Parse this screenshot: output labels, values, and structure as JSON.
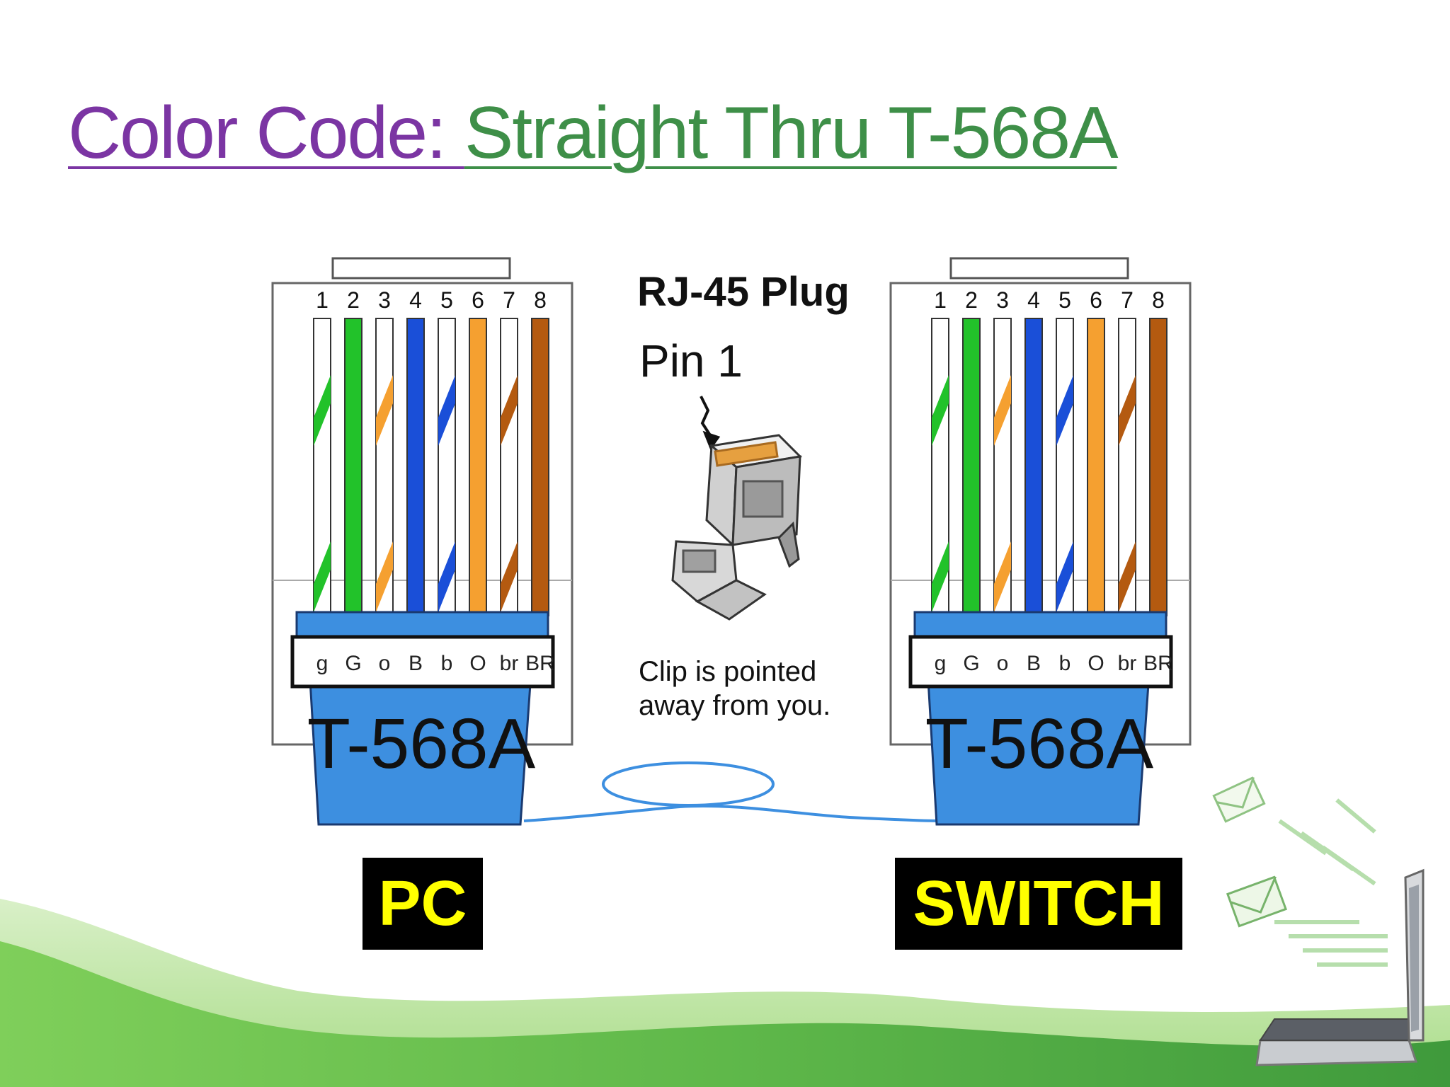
{
  "title": {
    "prefix": "Color Code: ",
    "main": "Straight Thru T-568A"
  },
  "center": {
    "plug_title": "RJ-45 Plug",
    "pin_label": "Pin 1",
    "note_line1": "Clip is pointed",
    "note_line2": "away from you."
  },
  "connectors": [
    {
      "standard": "T-568A",
      "device": "PC",
      "pins": [
        "1",
        "2",
        "3",
        "4",
        "5",
        "6",
        "7",
        "8"
      ],
      "codes": [
        "g",
        "G",
        "o",
        "B",
        "b",
        "O",
        "br",
        "BR"
      ]
    },
    {
      "standard": "T-568A",
      "device": "SWITCH",
      "pins": [
        "1",
        "2",
        "3",
        "4",
        "5",
        "6",
        "7",
        "8"
      ],
      "codes": [
        "g",
        "G",
        "o",
        "B",
        "b",
        "O",
        "br",
        "BR"
      ]
    }
  ],
  "colors": {
    "title_prefix": "#7b35a3",
    "title_main": "#3e8f48",
    "boot": "#3d8fe0",
    "green": "#22c22a",
    "orange": "#f5a030",
    "blue": "#1a4fd8",
    "brown": "#b45a10",
    "device_label_bg": "#000000",
    "device_label_text": "#ffff00",
    "wave": "#6cc04a"
  },
  "icons": [
    "laptop-icon",
    "envelope-icon"
  ]
}
